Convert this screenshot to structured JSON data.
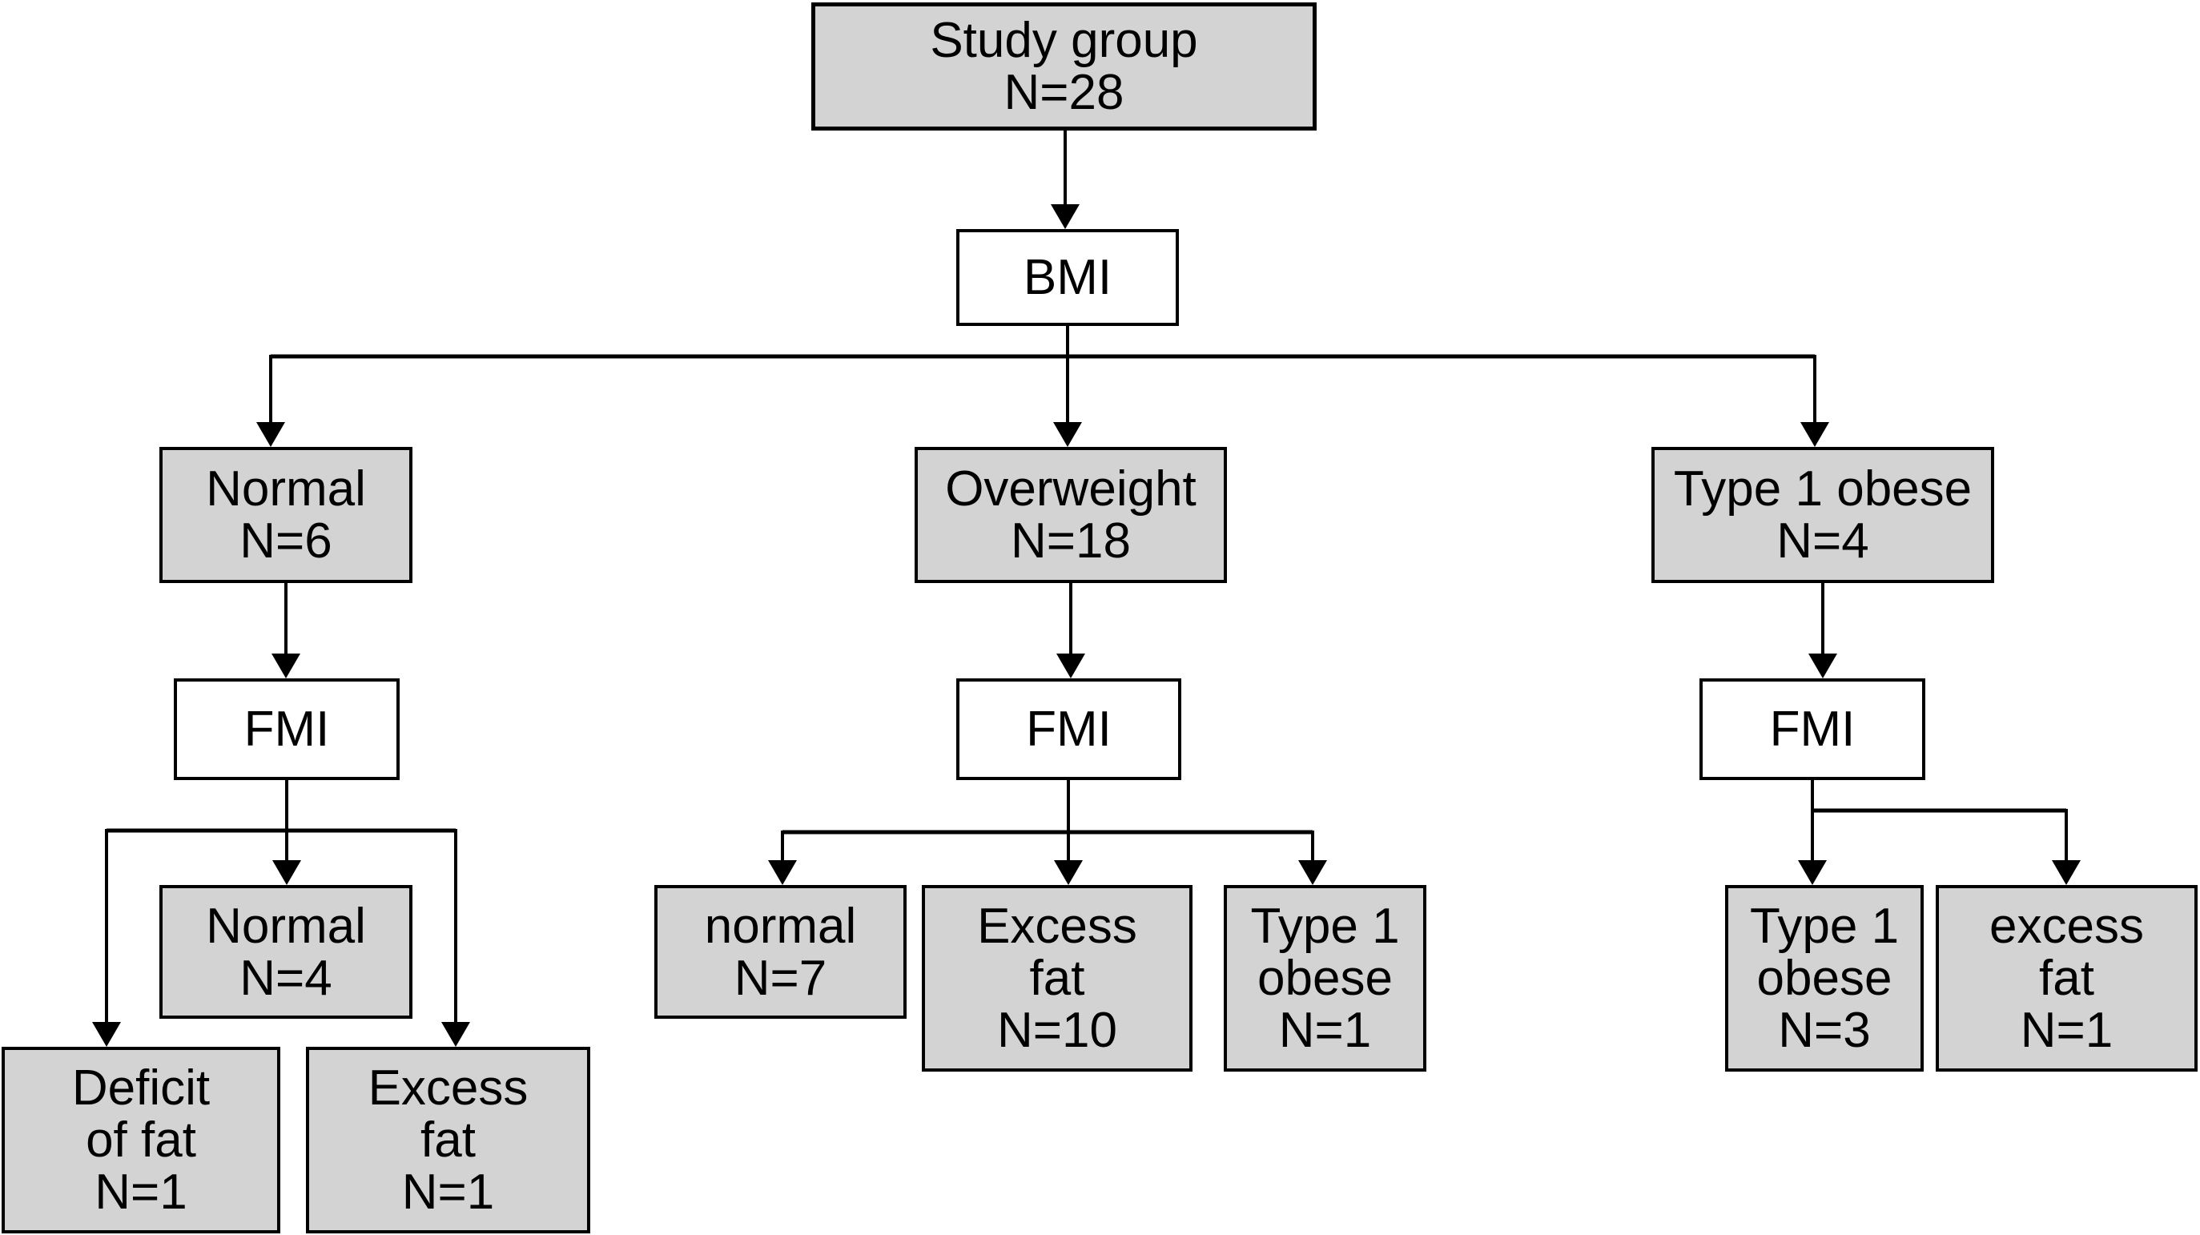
{
  "diagram": {
    "type": "flowchart",
    "nodes": {
      "study_group": {
        "lines": [
          "Study group",
          "N=28"
        ]
      },
      "bmi": {
        "lines": [
          "BMI"
        ]
      },
      "normal_n6": {
        "lines": [
          "Normal",
          "N=6"
        ]
      },
      "overweight_n18": {
        "lines": [
          "Overweight",
          "N=18"
        ]
      },
      "type1_obese_n4": {
        "lines": [
          "Type 1 obese",
          "N=4"
        ]
      },
      "fmi_left": {
        "lines": [
          "FMI"
        ]
      },
      "fmi_middle": {
        "lines": [
          "FMI"
        ]
      },
      "fmi_right": {
        "lines": [
          "FMI"
        ]
      },
      "normal_n4": {
        "lines": [
          "Normal",
          "N=4"
        ]
      },
      "deficit_of_fat_n1": {
        "lines": [
          "Deficit",
          "of fat",
          "N=1"
        ]
      },
      "excess_fat_n1_left": {
        "lines": [
          "Excess",
          "fat",
          "N=1"
        ]
      },
      "normal_n7": {
        "lines": [
          "normal",
          "N=7"
        ]
      },
      "excess_fat_n10": {
        "lines": [
          "Excess",
          "fat",
          "N=10"
        ]
      },
      "type1_obese_n1": {
        "lines": [
          "Type 1",
          "obese",
          "N=1"
        ]
      },
      "type1_obese_n3": {
        "lines": [
          "Type 1",
          "obese",
          "N=3"
        ]
      },
      "excess_fat_n1_right": {
        "lines": [
          "excess",
          "fat",
          "N=1"
        ]
      }
    },
    "colors": {
      "box_fill_gray": "#d3d3d3",
      "box_fill_white": "#ffffff",
      "stroke": "#000000",
      "background": "#ffffff"
    }
  }
}
